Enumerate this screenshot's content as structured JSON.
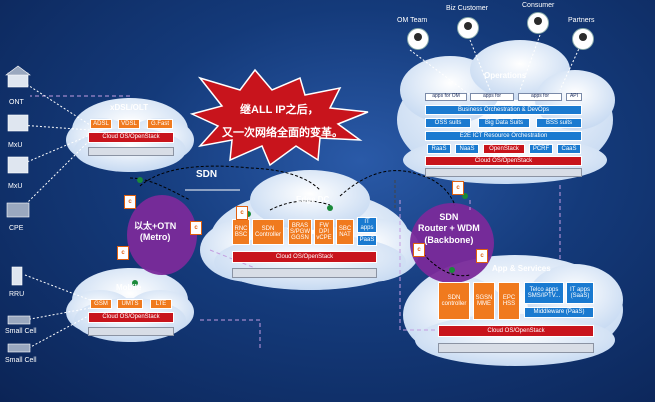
{
  "banner": {
    "line1": "继ALL IP之后，",
    "line2": "又一次网络全面的变革。"
  },
  "personas": [
    "OM Team",
    "Biz Customer",
    "Consumer",
    "Partners"
  ],
  "devices": [
    "ONT",
    "MxU",
    "MxU",
    "CPE",
    "RRU",
    "Small Cell",
    "Small Cell"
  ],
  "access_cloud": {
    "title": "xDSL/OLT",
    "boxes": [
      "ADSL",
      "VDSL",
      "G.Fast"
    ],
    "platform": "Cloud OS/OpenStack"
  },
  "mobile_cloud": {
    "title": "Mobile",
    "boxes": [
      "GSM",
      "UMTS",
      "LTE"
    ],
    "platform": "Cloud OS/OpenStack"
  },
  "sdn_label": "SDN",
  "metro": {
    "line1": "以太+OTN",
    "line2": "(Metro)"
  },
  "backbone": {
    "line1": "SDN",
    "line2": "Router + WDM",
    "line3": "(Backbone)"
  },
  "edge_cloud": {
    "title": "Edge DC",
    "boxes": [
      "RNC\nBSC",
      "SDN\nController",
      "BRAS\nS/PGW\nGGSN",
      "FW\nDPI\nvCPE",
      "SBC\nNAT",
      "IT\napps",
      "PaaS"
    ],
    "platform": "Cloud OS/OpenStack"
  },
  "ops_cloud": {
    "title": "Operations",
    "apps": [
      "apps for OM",
      "apps for",
      "apps for",
      "API"
    ],
    "biz": "Business Orchestration & DevOps",
    "suits": [
      "OSS suits",
      "Big Data Suits",
      "BSS suits"
    ],
    "e2e": "E2E ICT Resource Orchestration",
    "services": [
      "RaaS",
      "NaaS",
      "OpenStack",
      "PCRF",
      "CaaS"
    ],
    "platform": "Cloud OS/OpenStack"
  },
  "app_cloud": {
    "title": "App & Services",
    "boxes": [
      "SDN\ncontroller",
      "SGSN\nMME",
      "EPC\nHSS"
    ],
    "telco": "Telco apps\nSMS/IPTV...",
    "itapps": "IT apps\n(SaaS)",
    "middleware": "Middleware (PaaS)",
    "platform": "Cloud OS/OpenStack"
  },
  "controller_marker": "c",
  "colors": {
    "orange": "#f07a1e",
    "blue": "#1a7ad0",
    "red": "#c8141c",
    "purple": "#7a2a9a",
    "cloud": "#e6f0fb"
  }
}
